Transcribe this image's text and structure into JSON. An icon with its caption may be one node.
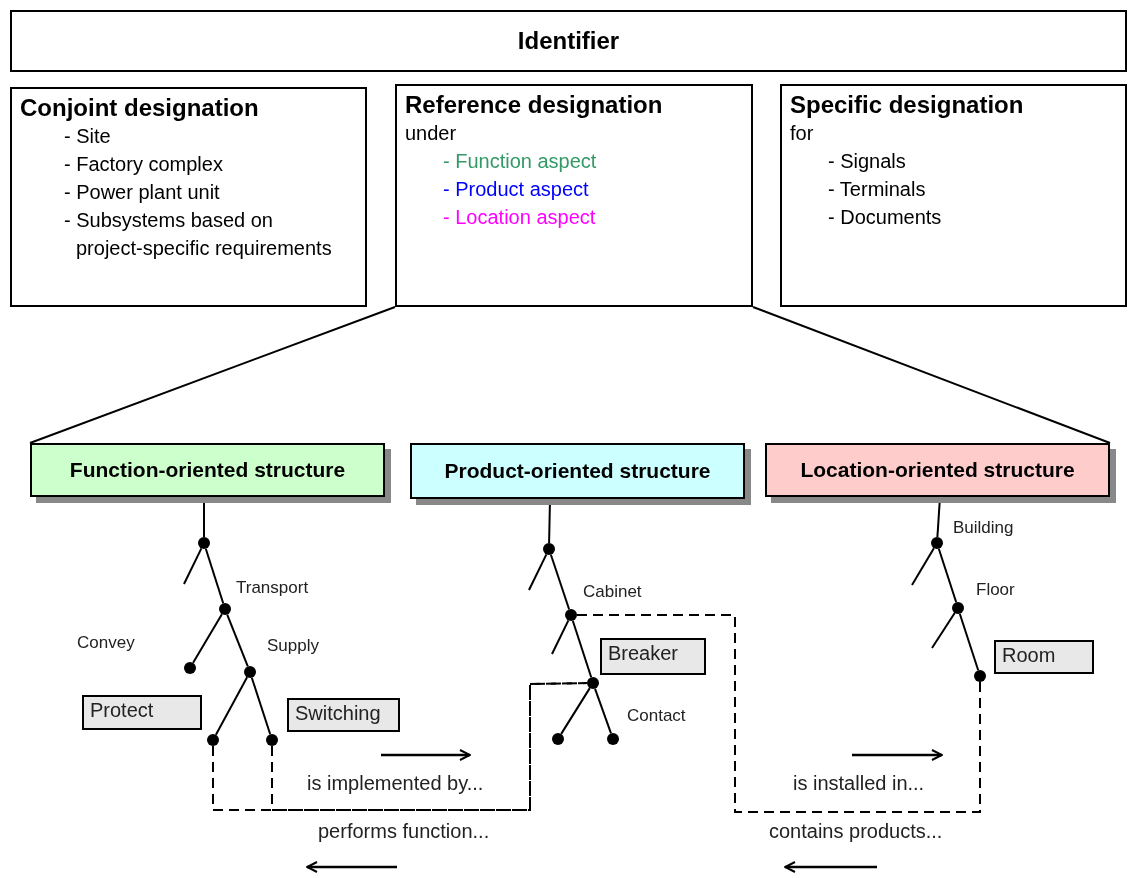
{
  "diagram": {
    "nodes": [
      {
        "text": [
          "Identifier"
        ]
      },
      {
        "text": [
          "Conjoint designation",
          "- Site",
          "- Factory complex",
          "- Power plant unit",
          "- Subsystems based on project-specific requirements"
        ]
      },
      {
        "text": [
          "Reference designation",
          "under",
          "- Function aspect",
          "- Product aspect",
          "- Location aspect"
        ]
      },
      {
        "text": [
          "Specific designation",
          "for",
          "- Signals",
          "- Terminals",
          "- Documents"
        ]
      },
      {
        "text": [
          "Function-oriented structure"
        ]
      },
      {
        "text": [
          "Product-oriented structure"
        ]
      },
      {
        "text": [
          "Location-oriented structure"
        ]
      },
      {
        "text": [
          "Protect"
        ]
      },
      {
        "text": [
          "Switching"
        ]
      },
      {
        "text": [
          "Breaker"
        ]
      },
      {
        "text": [
          "Room"
        ]
      },
      {
        "text": [],
        "shape": "circle"
      },
      {
        "text": [],
        "shape": "circle"
      },
      {
        "text": [],
        "shape": "circle"
      },
      {
        "text": [],
        "shape": "circle"
      },
      {
        "text": [],
        "shape": "circle"
      },
      {
        "text": [],
        "shape": "circle"
      },
      {
        "text": [],
        "shape": "circle"
      },
      {
        "text": [],
        "shape": "circle"
      },
      {
        "text": [],
        "shape": "circle"
      },
      {
        "text": [],
        "shape": "circle"
      },
      {
        "text": [],
        "shape": "circle"
      },
      {
        "text": [],
        "shape": "circle"
      },
      {
        "text": [],
        "shape": "circle"
      },
      {
        "text": [],
        "shape": "circle"
      }
    ],
    "edges": [
      {
        "from": 2,
        "to": 4,
        "arrow": "none"
      },
      {
        "from": 2,
        "to": 6,
        "arrow": "none"
      },
      {
        "from": 4,
        "to": 11,
        "arrow": "none"
      },
      {
        "from": 11,
        "to": null,
        "arrow": "none"
      },
      {
        "from": 11,
        "to": 12,
        "arrow": "none"
      },
      {
        "from": 12,
        "to": 13,
        "arrow": "none"
      },
      {
        "from": 12,
        "to": 14,
        "arrow": "none"
      },
      {
        "from": 14,
        "to": 15,
        "arrow": "none"
      },
      {
        "from": 14,
        "to": 16,
        "arrow": "none"
      },
      {
        "from": 5,
        "to": 17,
        "arrow": "none"
      },
      {
        "from": 17,
        "to": null,
        "arrow": "none"
      },
      {
        "from": 17,
        "to": 18,
        "arrow": "none"
      },
      {
        "from": 18,
        "to": null,
        "arrow": "none"
      },
      {
        "from": 18,
        "to": 19,
        "arrow": "none"
      },
      {
        "from": 19,
        "to": 20,
        "arrow": "none"
      },
      {
        "from": 19,
        "to": 21,
        "arrow": "none"
      },
      {
        "from": 6,
        "to": 22,
        "arrow": "none"
      },
      {
        "from": 22,
        "to": null,
        "arrow": "none"
      },
      {
        "from": 22,
        "to": 23,
        "arrow": "none"
      },
      {
        "from": 23,
        "to": null,
        "arrow": "none"
      },
      {
        "from": 23,
        "to": 24,
        "arrow": "none"
      },
      {
        "from": 15,
        "to": 19,
        "arrow": "none",
        "style": "dashed"
      },
      {
        "from": 16,
        "to": 19,
        "arrow": "none",
        "style": "dashed"
      },
      {
        "from": 18,
        "to": 24,
        "arrow": "none",
        "style": "dashed"
      }
    ],
    "labels": [
      "Transport",
      "Cabinet",
      "Building",
      "Floor",
      "Convey",
      "Supply",
      "Contact",
      "is implemented by...",
      "is installed in...",
      "performs function...",
      "contains products..."
    ]
  }
}
